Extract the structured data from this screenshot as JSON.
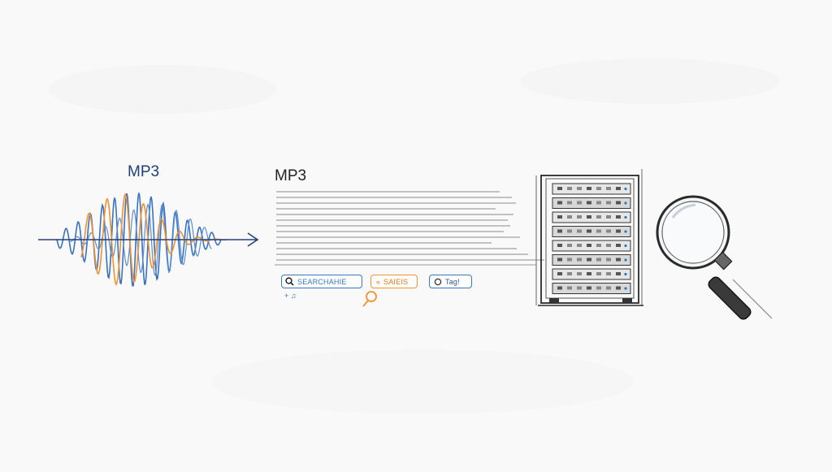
{
  "waveform": {
    "title": "MP3"
  },
  "document": {
    "title": "MP3"
  },
  "buttons": {
    "search_label": "SEARCHAHIE",
    "sort_label": "SAIEIS",
    "sort_prefix": "«",
    "tag_label": "Tag!"
  },
  "note": {
    "text": "+ ♫"
  },
  "colors": {
    "wave_blue": "#3a72c0",
    "wave_orange": "#f0922e",
    "axis_navy": "#243f7a",
    "ink": "#2a2a2a"
  },
  "icons": [
    "search-icon",
    "sort-icon",
    "tag-icon",
    "magnifier-icon",
    "server-rack-icon",
    "arrow-right-icon"
  ]
}
